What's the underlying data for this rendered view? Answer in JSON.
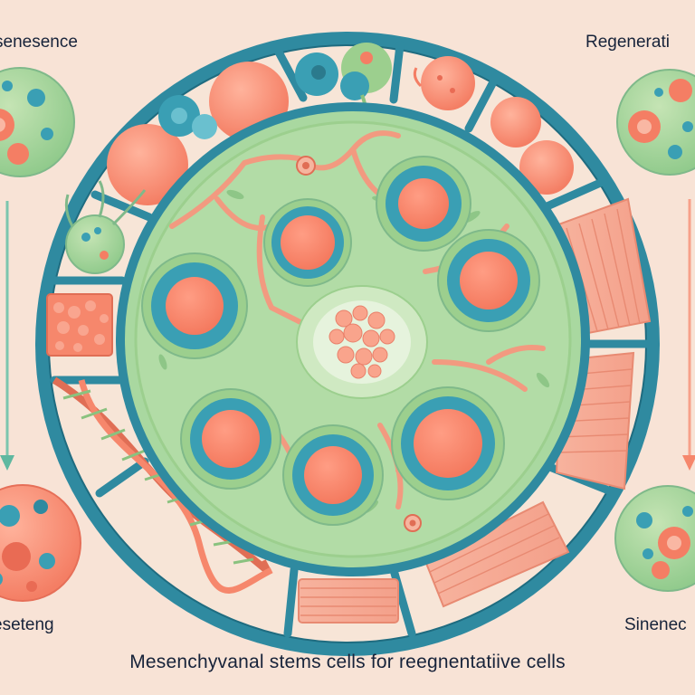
{
  "labels": {
    "top_left": "senesence",
    "top_right": "Regenerati",
    "bottom_left": "eseteng",
    "bottom_right": "Sinenec",
    "caption": "Mesenchyvanal stems cells for reegnentatiive cells"
  },
  "colors": {
    "background": "#f8e3d6",
    "ring": "#2f8aa0",
    "ring_dark": "#1f6c80",
    "cytoplasm": "#a9d8a0",
    "cytoplasm_light": "#c4e6b6",
    "nucleus_outer": "#3a9fb4",
    "nucleus_inner": "#fa8a70",
    "coral": "#f6876c",
    "arrow_left": "#5fb8a0",
    "arrow_right": "#f6876c"
  },
  "icons": {
    "sphere_cell": "round-cell-icon",
    "muscle_fiber": "muscle-fiber-icon",
    "neuron": "neuron-icon",
    "dna": "dna-helix-icon"
  }
}
